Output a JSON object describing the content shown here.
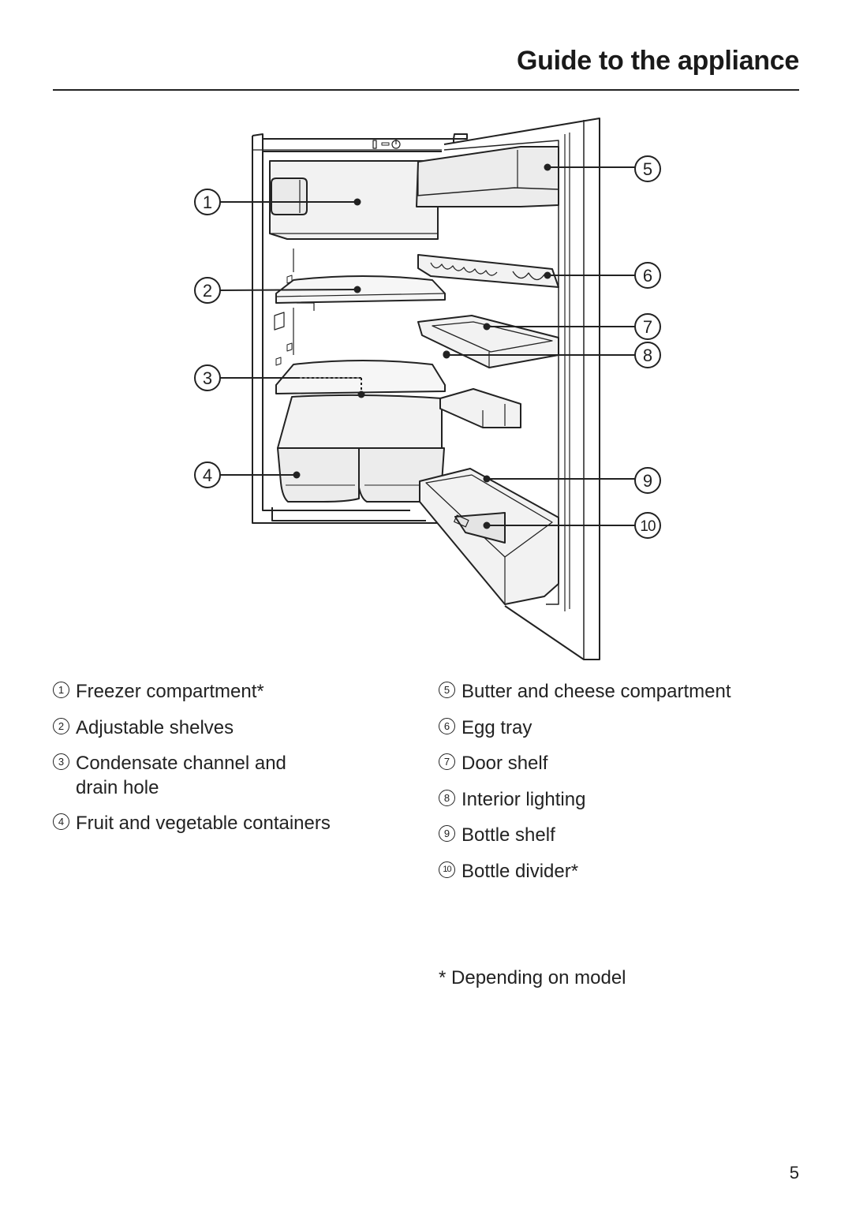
{
  "header": {
    "title": "Guide to the appliance"
  },
  "figure": {
    "callouts": [
      {
        "num": "1"
      },
      {
        "num": "2"
      },
      {
        "num": "3"
      },
      {
        "num": "4"
      },
      {
        "num": "5"
      },
      {
        "num": "6"
      },
      {
        "num": "7"
      },
      {
        "num": "8"
      },
      {
        "num": "9"
      },
      {
        "num": "10"
      }
    ]
  },
  "legend": {
    "left": [
      {
        "num": "1",
        "label": "Freezer compartment*"
      },
      {
        "num": "2",
        "label": "Adjustable shelves"
      },
      {
        "num": "3",
        "label": "Condensate channel and drain hole"
      },
      {
        "num": "4",
        "label": "Fruit and vegetable containers"
      }
    ],
    "right": [
      {
        "num": "5",
        "label": "Butter and cheese compartment"
      },
      {
        "num": "6",
        "label": "Egg tray"
      },
      {
        "num": "7",
        "label": "Door shelf"
      },
      {
        "num": "8",
        "label": "Interior lighting"
      },
      {
        "num": "9",
        "label": "Bottle shelf"
      },
      {
        "num": "10",
        "label": "Bottle divider*"
      }
    ]
  },
  "footnote": "* Depending on model",
  "page_number": "5"
}
